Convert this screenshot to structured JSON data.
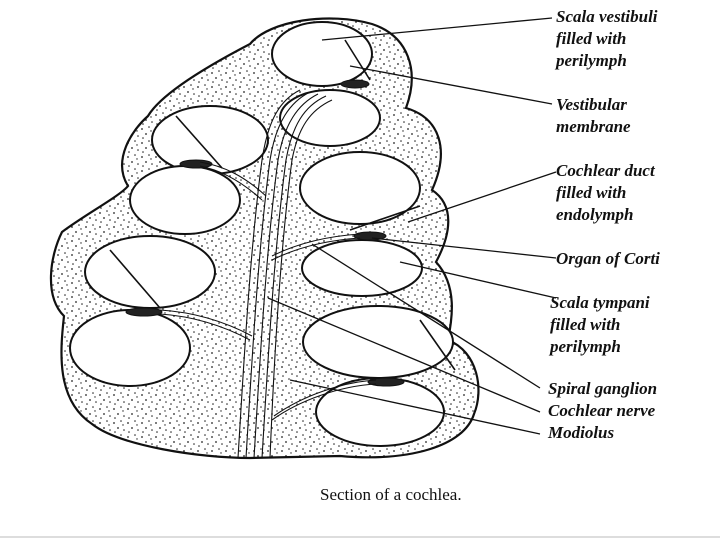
{
  "labels": {
    "scala_vestibuli": [
      "Scala vestibuli",
      "filled with",
      "perilymph"
    ],
    "vestibular_membrane": [
      "Vestibular",
      "membrane"
    ],
    "cochlear_duct": [
      "Cochlear duct",
      "filled with",
      "endolymph"
    ],
    "organ_of_corti": [
      "Organ of Corti"
    ],
    "scala_tympani": [
      "Scala tympani",
      "filled with",
      "perilymph"
    ],
    "spiral_ganglion": [
      "Spiral ganglion"
    ],
    "cochlear_nerve": [
      "Cochlear nerve"
    ],
    "modiolus": [
      "Modiolus"
    ]
  },
  "caption": "Section of a cochlea.",
  "colors": {
    "ink": "#111111",
    "background": "#ffffff"
  }
}
